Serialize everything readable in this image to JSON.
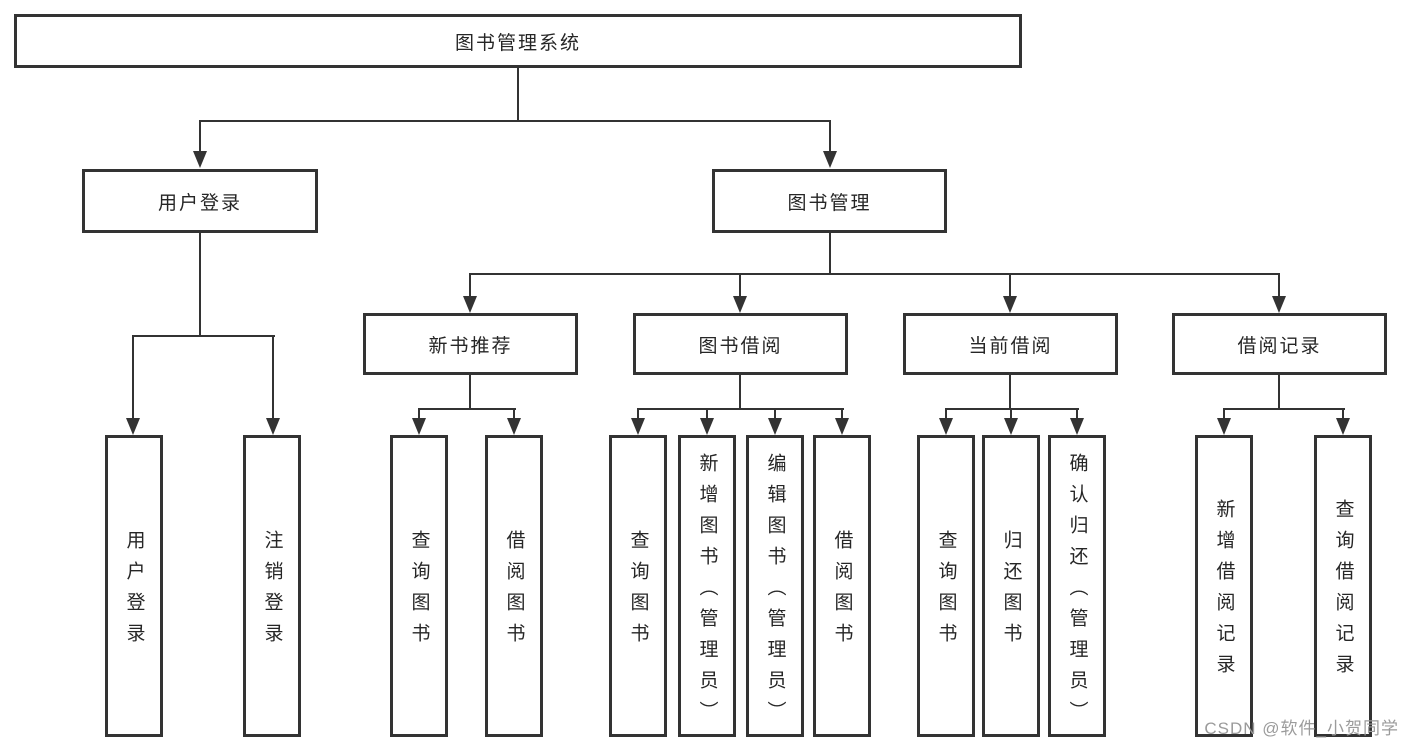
{
  "diagram": {
    "root": {
      "label": "图书管理系统"
    },
    "level2": [
      {
        "label": "用户登录"
      },
      {
        "label": "图书管理"
      }
    ],
    "level3": [
      {
        "label": "新书推荐"
      },
      {
        "label": "图书借阅"
      },
      {
        "label": "当前借阅"
      },
      {
        "label": "借阅记录"
      }
    ],
    "leaves": {
      "user_login": [
        {
          "label": "用户登录"
        },
        {
          "label": "注销登录"
        }
      ],
      "new_book_recommend": [
        {
          "label": "查询图书"
        },
        {
          "label": "借阅图书"
        }
      ],
      "book_borrow": [
        {
          "label": "查询图书"
        },
        {
          "label": "新增图书（管理员）"
        },
        {
          "label": "编辑图书（管理员）"
        },
        {
          "label": "借阅图书"
        }
      ],
      "current_borrow": [
        {
          "label": "查询图书"
        },
        {
          "label": "归还图书"
        },
        {
          "label": "确认归还（管理员）"
        }
      ],
      "borrow_records": [
        {
          "label": "新增借阅记录"
        },
        {
          "label": "查询借阅记录"
        }
      ]
    },
    "colors": {
      "line": "#333333",
      "text": "#262626",
      "watermark": "#9b9b9b"
    }
  },
  "watermark": {
    "text": "CSDN @软件_小贺同学"
  }
}
